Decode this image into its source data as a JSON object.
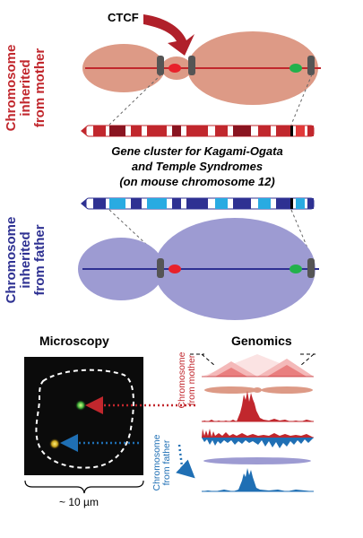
{
  "labels": {
    "ctcf": "CTCF",
    "mother_chromosome": "Chromosome\ninherited\nfrom mother",
    "father_chromosome": "Chromosome\ninherited\nfrom father",
    "gene_cluster_line1": "Gene cluster for Kagami-Ogata",
    "gene_cluster_line2": "and Temple Syndromes",
    "gene_cluster_line3": "(on mouse chromosome 12)",
    "microscopy": "Microscopy",
    "genomics": "Genomics",
    "small_mother": "Chromosome\nfrom mother",
    "small_father": "Chromosome\nfrom father",
    "scale": "~ 10 µm"
  },
  "colors": {
    "maternal": "#c1272d",
    "maternal_fill": "#dd9a86",
    "paternal": "#2e3192",
    "paternal_fill": "#9d9bd2",
    "paternal_light": "#29abe2",
    "genomics_blue": "#1f6fb4",
    "gray_boundary": "#555555",
    "green_spot": "#22b14c",
    "red_spot": "#e8212b"
  }
}
